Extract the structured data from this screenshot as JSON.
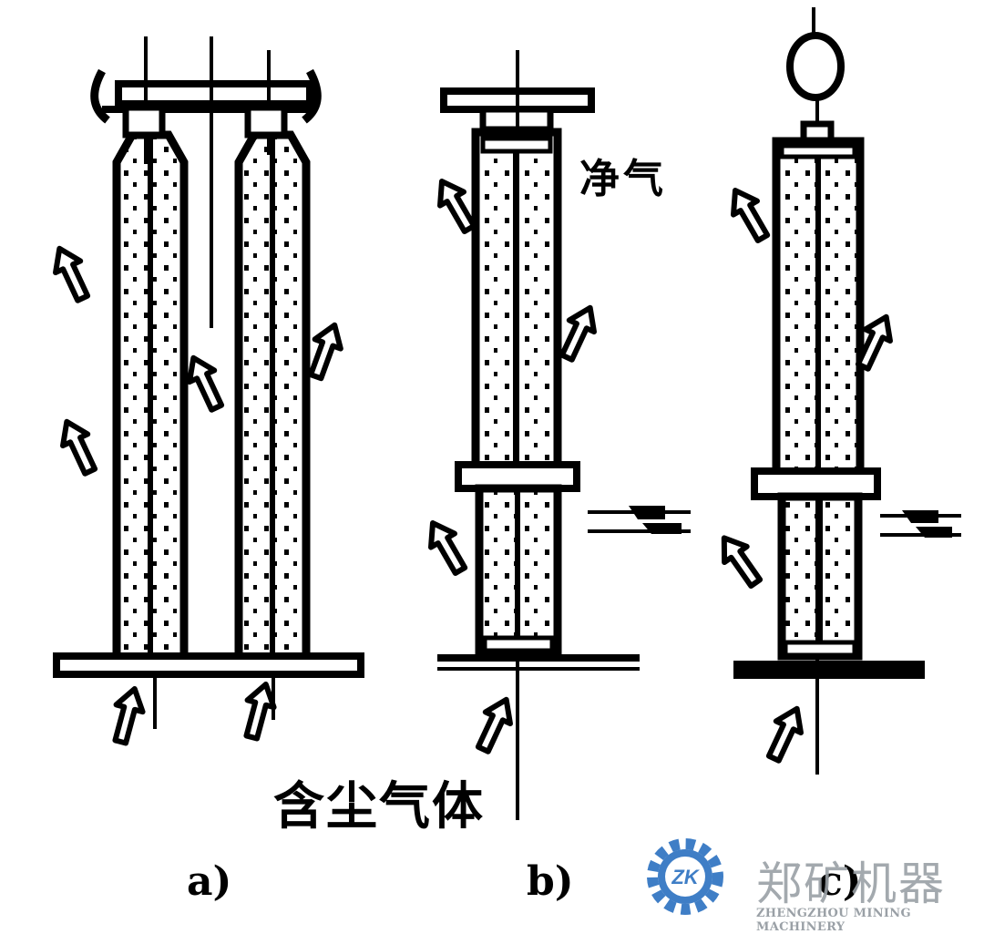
{
  "diagram": {
    "labels": {
      "clean_gas": "净气",
      "dusty_gas": "含尘气体",
      "panel_a": "a)",
      "panel_b": "b)",
      "panel_c": "c)"
    }
  },
  "watermark": {
    "logo_text": "ZK",
    "brand_cn": "郑矿机器",
    "brand_en": "ZHENGZHOU MINING MACHINERY",
    "colors": {
      "gear": "#3f7ec6",
      "text": "#9aa0a6"
    }
  }
}
